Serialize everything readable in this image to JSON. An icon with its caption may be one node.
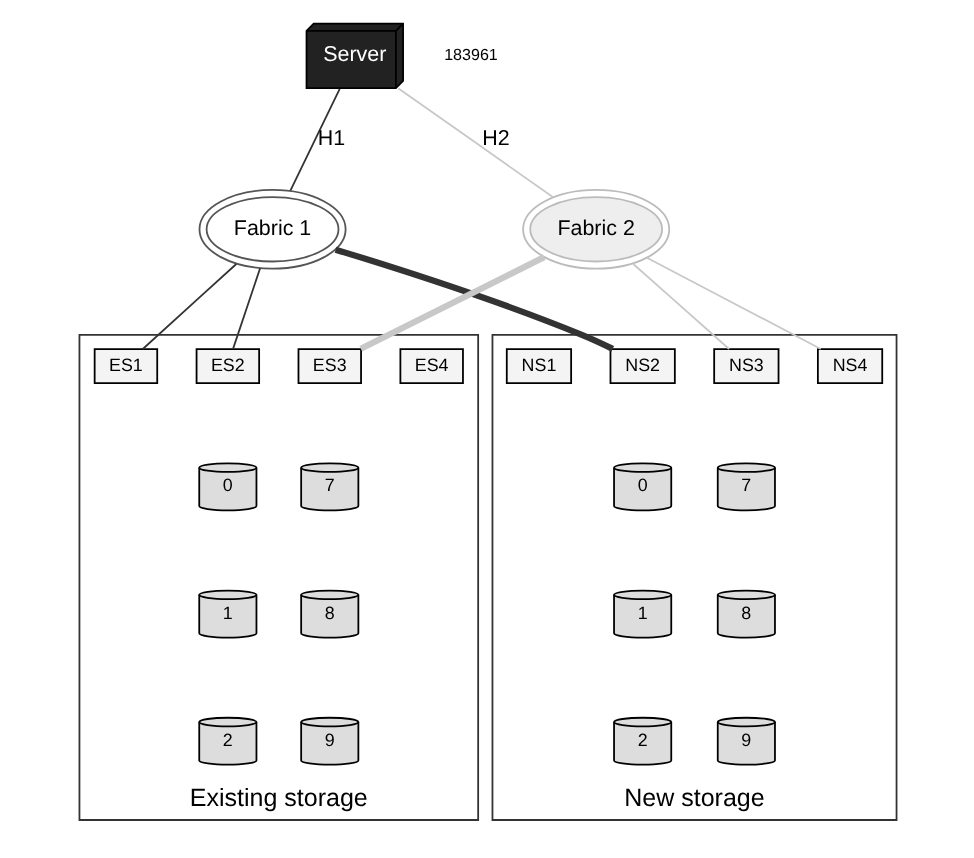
{
  "diagram": {
    "nodes": [
      {
        "text": [
          "Server"
        ]
      },
      {
        "text": [
          "Fabric 1"
        ]
      },
      {
        "text": [
          "Fabric 2"
        ]
      },
      {
        "text": [
          "Existing storage"
        ]
      },
      {
        "text": [
          "ES1"
        ],
        "in": 3
      },
      {
        "text": [
          "ES2"
        ],
        "in": 3
      },
      {
        "text": [
          "ES3"
        ],
        "in": 3
      },
      {
        "text": [
          "ES4"
        ],
        "in": 3
      },
      {
        "text": [
          "0"
        ],
        "in": 3
      },
      {
        "text": [
          "7"
        ],
        "in": 3
      },
      {
        "text": [
          "1"
        ],
        "in": 3
      },
      {
        "text": [
          "8"
        ],
        "in": 3
      },
      {
        "text": [
          "2"
        ],
        "in": 3
      },
      {
        "text": [
          "9"
        ],
        "in": 3
      },
      {
        "text": [
          "New storage"
        ]
      },
      {
        "text": [
          "NS1"
        ],
        "in": 14
      },
      {
        "text": [
          "NS2"
        ],
        "in": 14
      },
      {
        "text": [
          "NS3"
        ],
        "in": 14
      },
      {
        "text": [
          "NS4"
        ],
        "in": 14
      },
      {
        "text": [
          "0"
        ],
        "in": 14
      },
      {
        "text": [
          "7"
        ],
        "in": 14
      },
      {
        "text": [
          "1"
        ],
        "in": 14
      },
      {
        "text": [
          "8"
        ],
        "in": 14
      },
      {
        "text": [
          "2"
        ],
        "in": 14
      },
      {
        "text": [
          "9"
        ],
        "in": 14
      }
    ],
    "edges": [
      {
        "from": 0,
        "to": 1,
        "arrow": "none",
        "label": "H1"
      },
      {
        "from": 0,
        "to": 2,
        "arrow": "none",
        "label": "H2",
        "color": "#c8c8c8"
      },
      {
        "from": 1,
        "to": 4,
        "arrow": "none"
      },
      {
        "from": 1,
        "to": 5,
        "arrow": "none"
      },
      {
        "from": 1,
        "to": 16,
        "arrow": "none",
        "style": "thick"
      },
      {
        "from": 2,
        "to": 6,
        "arrow": "none",
        "style": "thick",
        "color": "#c8c8c8"
      },
      {
        "from": 2,
        "to": 17,
        "arrow": "none",
        "color": "#c8c8c8"
      },
      {
        "from": 2,
        "to": 18,
        "arrow": "none",
        "color": "#c8c8c8"
      }
    ],
    "labels": [
      "183961"
    ]
  }
}
